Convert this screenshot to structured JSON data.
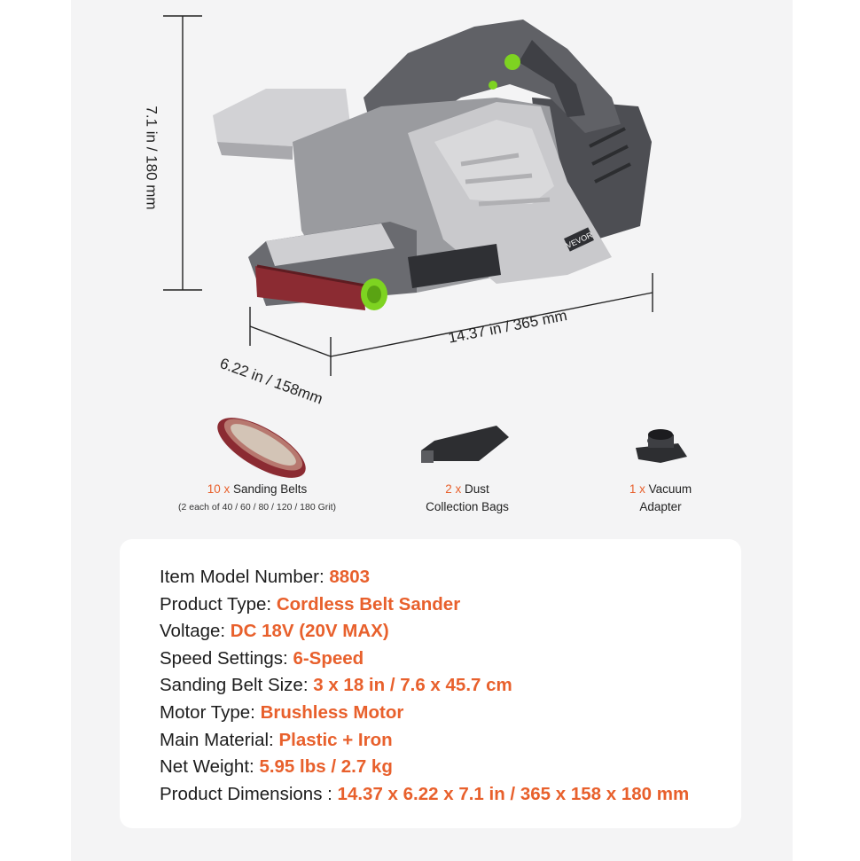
{
  "dimensions": {
    "height": "7.1 in / 180 mm",
    "length": "14.37 in / 365 mm",
    "width": "6.22 in / 158mm"
  },
  "product": {
    "brand_label": "VEVOR",
    "colors": {
      "body_gray": "#c9c9cc",
      "dark_gray": "#55565b",
      "accent_green": "#7ed321",
      "belt": "#8b2b32"
    }
  },
  "accessories": [
    {
      "qty": "10 x",
      "name": "Sanding Belts",
      "note": "(2 each of 40 / 60 / 80 / 120 / 180 Grit)"
    },
    {
      "qty": "2 x",
      "name": "Dust",
      "name2": "Collection Bags"
    },
    {
      "qty": "1 x",
      "name": "Vacuum",
      "name2": "Adapter"
    }
  ],
  "specs": [
    {
      "label": "Item Model Number:",
      "value": "8803"
    },
    {
      "label": "Product Type:",
      "value": "Cordless Belt Sander"
    },
    {
      "label": "Voltage:",
      "value": "DC 18V (20V MAX)"
    },
    {
      "label": "Speed Settings:",
      "value": "6-Speed"
    },
    {
      "label": "Sanding Belt Size:",
      "value": "3 x 18 in / 7.6 x 45.7 cm"
    },
    {
      "label": "Motor Type:",
      "value": "Brushless Motor"
    },
    {
      "label": "Main Material:",
      "value": "Plastic + Iron"
    },
    {
      "label": "Net Weight:",
      "value": "5.95 lbs / 2.7 kg"
    },
    {
      "label": "Product Dimensions :",
      "value": "14.37 x 6.22 x 7.1 in / 365 x 158 x 180 mm"
    }
  ],
  "accent_color": "#e8602c"
}
